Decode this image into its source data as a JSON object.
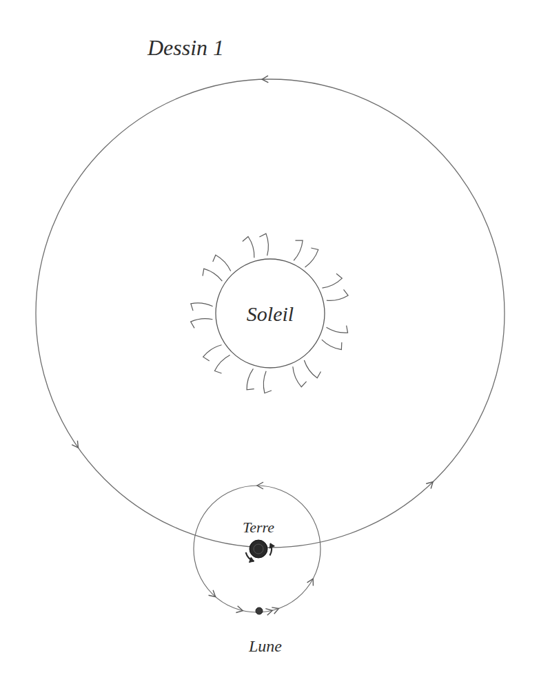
{
  "diagram": {
    "title": "Dessin 1",
    "nodes": [
      {
        "text": [
          "Soleil"
        ]
      },
      {
        "text": [
          "Terre"
        ]
      },
      {
        "text": [
          "Lune"
        ]
      }
    ]
  }
}
